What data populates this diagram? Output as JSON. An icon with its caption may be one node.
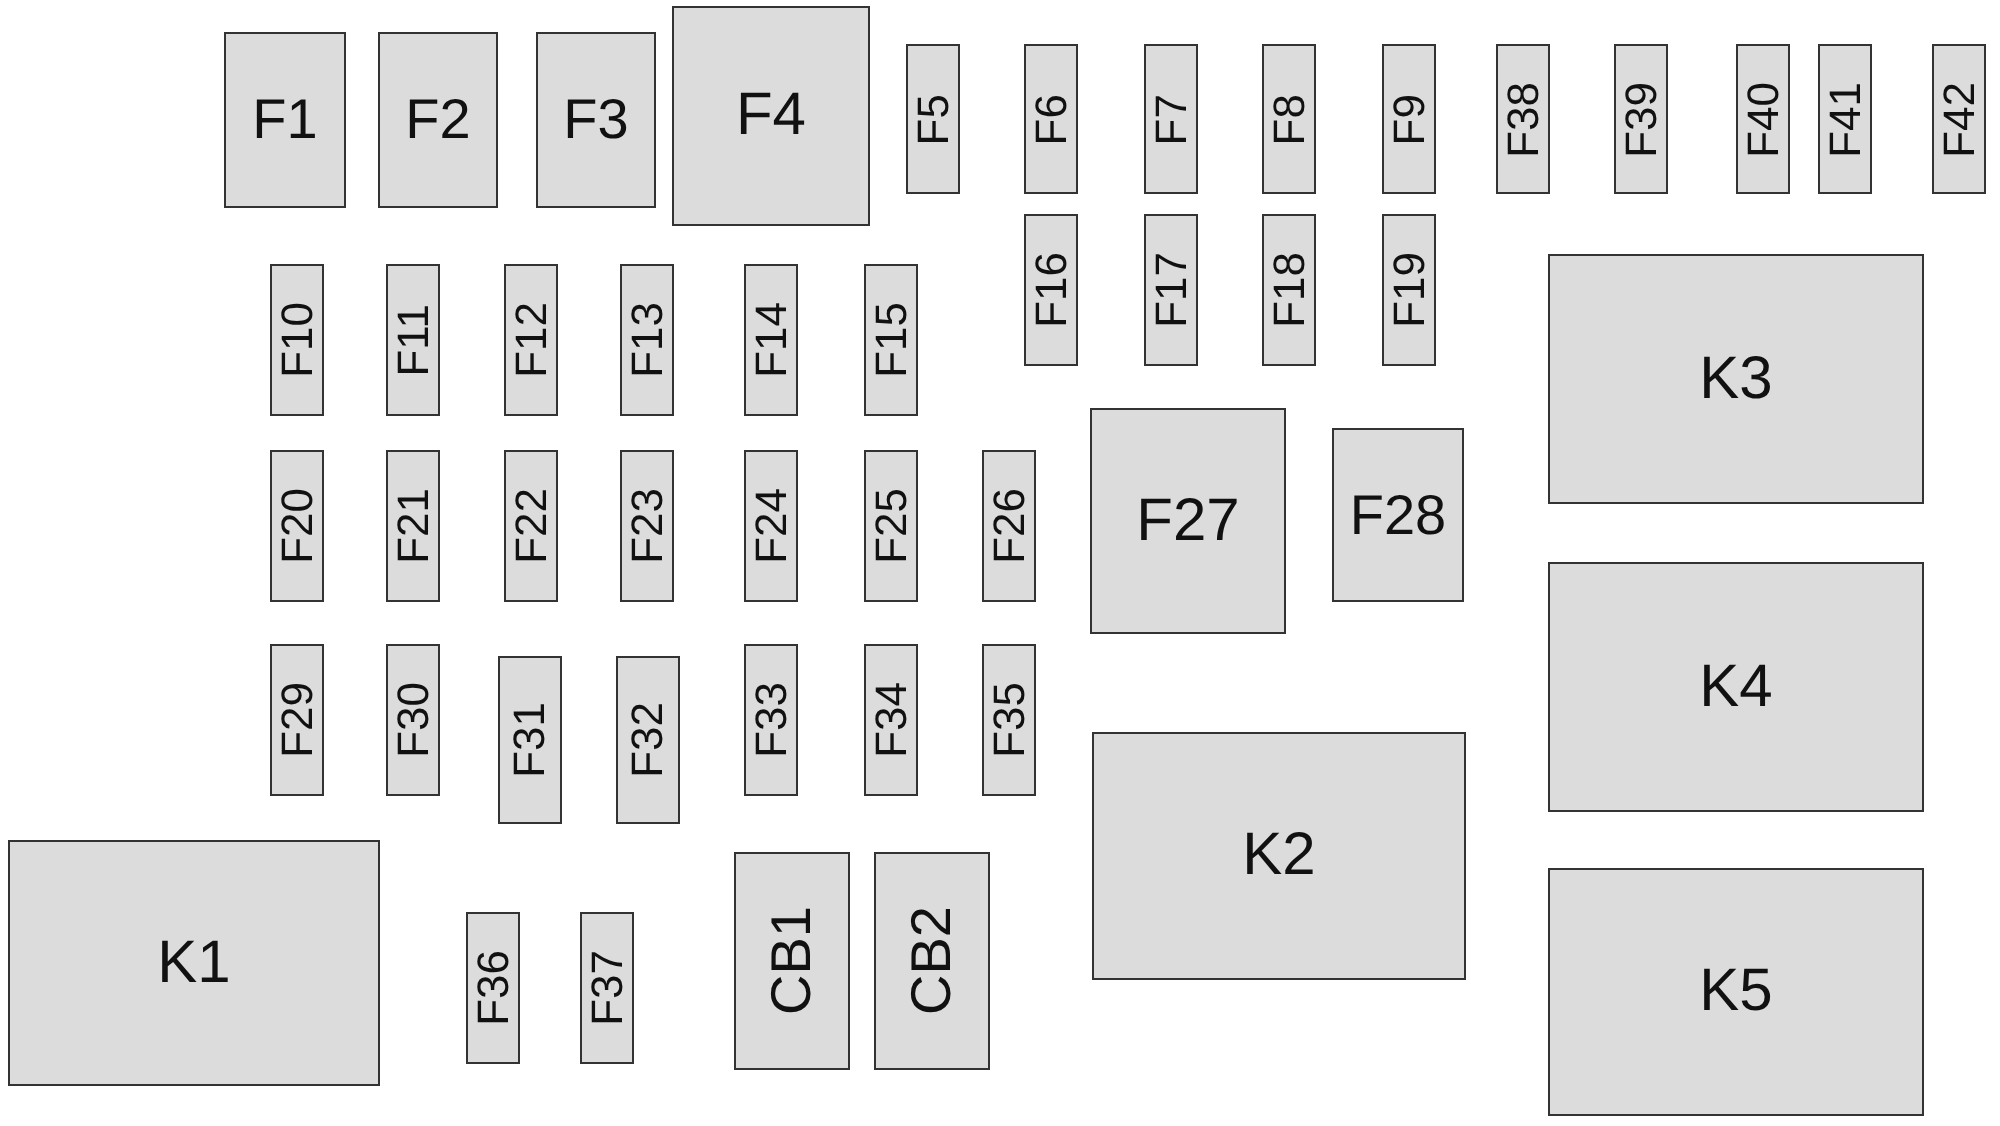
{
  "diagram": {
    "nodes": [
      {
        "text": [
          "F1"
        ]
      },
      {
        "text": [
          "F2"
        ]
      },
      {
        "text": [
          "F3"
        ]
      },
      {
        "text": [
          "F4"
        ]
      },
      {
        "text": [
          "F5"
        ]
      },
      {
        "text": [
          "F6"
        ]
      },
      {
        "text": [
          "F7"
        ]
      },
      {
        "text": [
          "F8"
        ]
      },
      {
        "text": [
          "F9"
        ]
      },
      {
        "text": [
          "F38"
        ]
      },
      {
        "text": [
          "F39"
        ]
      },
      {
        "text": [
          "F40"
        ]
      },
      {
        "text": [
          "F41"
        ]
      },
      {
        "text": [
          "F42"
        ]
      },
      {
        "text": [
          "F16"
        ]
      },
      {
        "text": [
          "F17"
        ]
      },
      {
        "text": [
          "F18"
        ]
      },
      {
        "text": [
          "F19"
        ]
      },
      {
        "text": [
          "K3"
        ]
      },
      {
        "text": [
          "F10"
        ]
      },
      {
        "text": [
          "F11"
        ]
      },
      {
        "text": [
          "F12"
        ]
      },
      {
        "text": [
          "F13"
        ]
      },
      {
        "text": [
          "F14"
        ]
      },
      {
        "text": [
          "F15"
        ]
      },
      {
        "text": [
          "F27"
        ]
      },
      {
        "text": [
          "F28"
        ]
      },
      {
        "text": [
          "F20"
        ]
      },
      {
        "text": [
          "F21"
        ]
      },
      {
        "text": [
          "F22"
        ]
      },
      {
        "text": [
          "F23"
        ]
      },
      {
        "text": [
          "F24"
        ]
      },
      {
        "text": [
          "F25"
        ]
      },
      {
        "text": [
          "F26"
        ]
      },
      {
        "text": [
          "K4"
        ]
      },
      {
        "text": [
          "F29"
        ]
      },
      {
        "text": [
          "F30"
        ]
      },
      {
        "text": [
          "F31"
        ]
      },
      {
        "text": [
          "F32"
        ]
      },
      {
        "text": [
          "F33"
        ]
      },
      {
        "text": [
          "F34"
        ]
      },
      {
        "text": [
          "F35"
        ]
      },
      {
        "text": [
          "K2"
        ]
      },
      {
        "text": [
          "K1"
        ]
      },
      {
        "text": [
          "F36"
        ]
      },
      {
        "text": [
          "F37"
        ]
      },
      {
        "text": [
          "CB1"
        ]
      },
      {
        "text": [
          "CB2"
        ]
      },
      {
        "text": [
          "K5"
        ]
      }
    ]
  }
}
